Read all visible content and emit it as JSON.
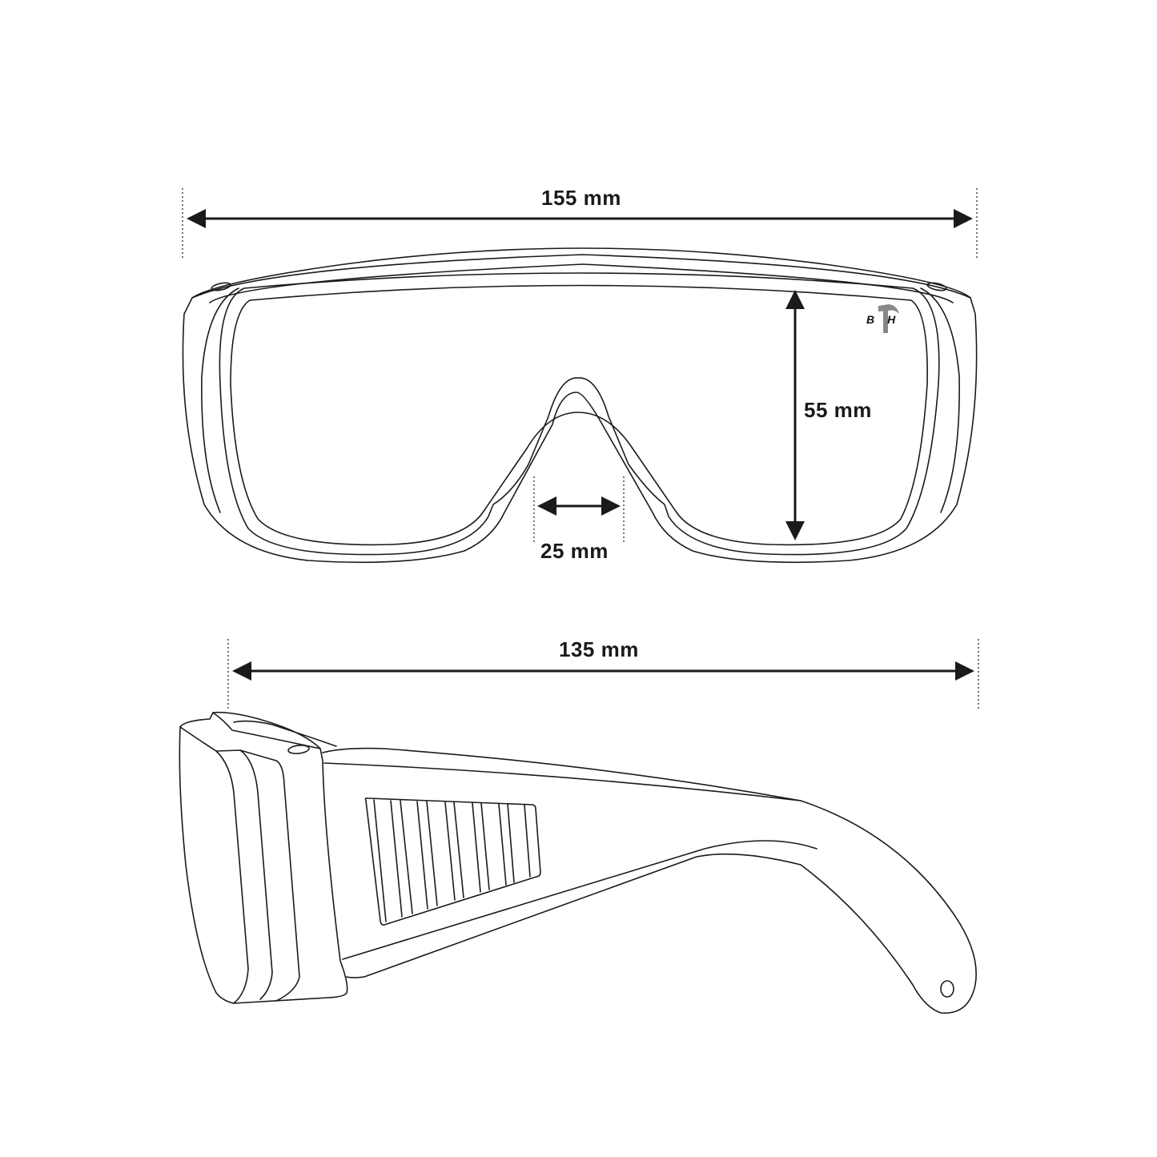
{
  "front_view": {
    "width_label": "155 mm",
    "height_label": "55 mm",
    "bridge_label": "25 mm",
    "logo_text": "BH"
  },
  "side_view": {
    "length_label": "135 mm"
  },
  "colors": {
    "line": "#1a1a1a",
    "background": "#ffffff",
    "logo_hammer": "#888888"
  }
}
